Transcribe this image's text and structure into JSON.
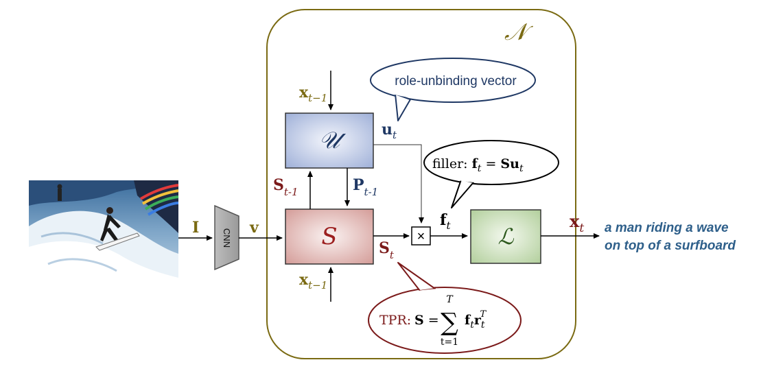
{
  "module_n_label": "𝒩",
  "image": {
    "description_icon": "surfer-photo-icon",
    "label_I": "I"
  },
  "cnn": {
    "label": "CNN"
  },
  "v_label": "v",
  "x_inputs": {
    "top": "x",
    "top_sub": "t−1",
    "bottom": "x",
    "bottom_sub": "t−1"
  },
  "box_u": {
    "label": "𝒰"
  },
  "box_s": {
    "label": "𝑆"
  },
  "box_l": {
    "label": "ℒ"
  },
  "s_prev": {
    "main": "S",
    "sub": "t-1"
  },
  "p_prev": {
    "main": "P",
    "sub": "t-1"
  },
  "u_t": {
    "main": "u",
    "sub": "t"
  },
  "s_t": {
    "main": "S",
    "sub": "t"
  },
  "f_t": {
    "main": "f",
    "sub": "t"
  },
  "x_t": {
    "main": "x",
    "sub": "t"
  },
  "multiply_symbol": "×",
  "callouts": {
    "role_unbinding": "role-unbinding vector",
    "filler_prefix": "filler: ",
    "filler_eq": {
      "f": "f",
      "f_sub": "t",
      "eq": " = ",
      "S": "S",
      "u": "u",
      "u_sub": "t"
    },
    "tpr_prefix": "TPR: ",
    "tpr_eq": {
      "S": "S",
      "eq": " = ",
      "sigma": "∑",
      "upper": "T",
      "lower": "t=1",
      "f": "f",
      "f_sub": "t",
      "r": "r",
      "r_sub": "t",
      "r_sup": "T"
    }
  },
  "output_caption": {
    "line1": "a man riding a wave",
    "line2": "on top of a surfboard"
  },
  "colors": {
    "olive": "#7a6a12",
    "maroon": "#7b1a1a",
    "navy": "#1f3864",
    "caption_blue": "#2e5f8a"
  }
}
